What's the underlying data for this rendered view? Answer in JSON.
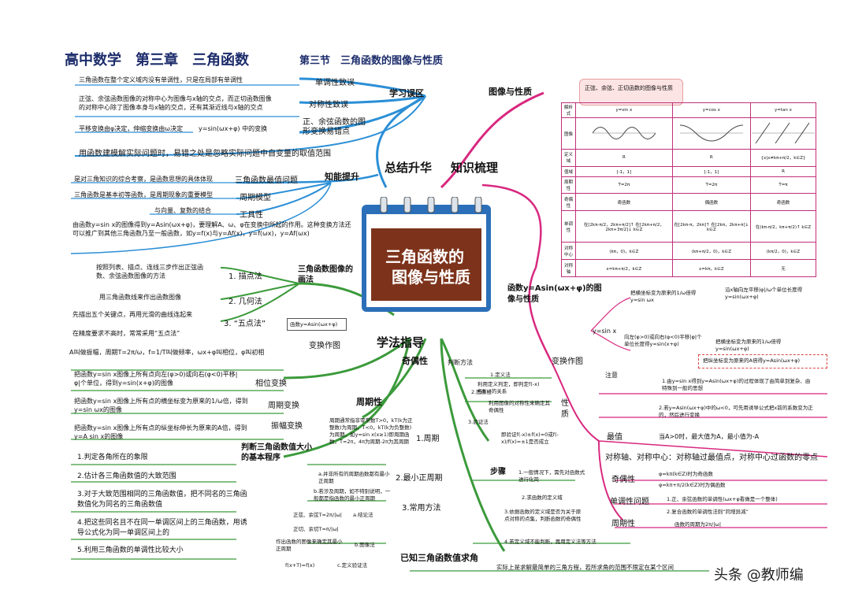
{
  "header": {
    "title": "高中数学　第三章　三角函数",
    "section": "第三节　三角函数的图像与性质"
  },
  "center": {
    "title_line1": "三角函数的",
    "title_line2": "图像与性质"
  },
  "branches": {
    "summary": "总结升华",
    "review": "知识梳理",
    "method": "学法指导",
    "learn_mistakes": "学习误区",
    "ability": "知能提升",
    "graph_props": "图像与性质"
  },
  "mistakes": [
    {
      "label": "单调性致误",
      "text": "三角函数在整个定义域内没有单调性，只是在局部有单调性"
    },
    {
      "label": "对称性致误",
      "text": "正弦、余弦函数图像的对称中心为图像与x轴的交点，而正切函数图像的对称中心除了图像本身与x轴的交点，还有其渐近线与x轴的交点"
    },
    {
      "label": "正、余弦函数的图形变换易错点",
      "text": "平移变换由φ决定，伸缩变换由ω决定"
    },
    {
      "label": "y=sin(ωx+φ) 中的变换",
      "text": "用函数建模解实际问题时，易错之处是忽略实际问题中自变量的取值范围"
    }
  ],
  "ability_items": [
    {
      "label": "三角函数最值问题",
      "text": "是对三角知识的综合考察，是函数思想的具体体现"
    },
    {
      "label": "周期模型",
      "text": "三角函数是基本初等函数，是周期现象的重要模型"
    },
    {
      "label": "工具性",
      "text": "与向量、复数的结合"
    }
  ],
  "ability_note": "由函数y=sin x的图像得到y=Asin(ωx+φ)，要理解A、ω、φ在变换中所起的作用。这种变换方法还可以推广到其他三角函数乃至一般函数，如y=f(x)与y=Af(x)，y=f(ωx)，y=Af(ωx)",
  "drawing": {
    "label": "三角函数图像的画法",
    "items": [
      {
        "label": "1. 描点法",
        "text": "按照列表、描点、连线三步作出正弦函数、余弦函数图像的方法"
      },
      {
        "label": "2. 几何法",
        "text": "用三角函数线来作出函数图像"
      },
      {
        "label": "3. “五点法”",
        "text": "先描出五个关键点，再用光滑的曲线连起来"
      },
      {
        "label": "",
        "text": "在精度要求不高时，常常采用“五点法”"
      }
    ]
  },
  "transform": {
    "label": "变换作图",
    "func": "函数y=Asin(ωx+φ)",
    "terms": "A叫做振幅，周期T=2π/ω，f=1/T叫做频率，ωx+φ叫相位，φ叫初相",
    "items": [
      {
        "label": "相位变换",
        "text": "把函数y=sin x图像上所有点向左(φ>0)或向右(φ<0)平移|φ|个单位，得到y=sin(x+φ)的图像"
      },
      {
        "label": "周期变换",
        "text": "把函数y=sin x图像上所有点的横坐标变为原来的1/ω倍，得到y=sin ωx的图像"
      },
      {
        "label": "振幅变换",
        "text": "把函数y=sin x图像上所有点的纵坐标伸长为原来的A倍，得到y=A sin x的图像"
      }
    ]
  },
  "compare": {
    "label": "判断三角函数值大小的基本程序",
    "items": [
      "1.判定各角所在的象限",
      "2.估计各三角函数值的大致范围",
      "3.对于大致范围相同的三角函数值，把不同名的三角函数值化为同名的三角函数值",
      "4.把这些同名且不在同一单调区间上的三角函数，用诱导公式化为同一单调区间上的",
      "5.利用三角函数的单调性比较大小"
    ]
  },
  "period": {
    "label": "周期性",
    "p1": "1.周期",
    "p1_text": "周期通常指非零常数T>0，kT(k为正整数)为周期，T<0，kT(k为负整数)为周期，如y=sin x(x≥1)即周期函数，T=2π，4π为周期-2π为其周期",
    "p2": "2.最小正周期",
    "p2a": "a.并非所有的周期函数都有最小正周期",
    "p2b": "b.若涉及周期，如不特别说明，一般都是指函数的最小正周期",
    "p3": "3.常用方法",
    "p3a": "a.结论法",
    "p3a_text": "正弦、余弦T=2π/|ω|",
    "p3a_text2": "正切、余切T=π/|ω|",
    "p3b": "b.图像法",
    "p3b_text": "作出函数的图像来确定其最小正周期",
    "p3c": "c.定义验证法",
    "p3c_text": "f(x+T)=f(x)"
  },
  "parity": {
    "label": "奇偶性",
    "judge": "判断方法",
    "m1": "1.定义法",
    "m1_text": "利用定义判定，即判定f(-x)与f(x)的关系",
    "m2": "2.图像法",
    "m2_text": "利用图像的对称性来确定其奇偶性",
    "m3": "3.验证法",
    "m3_text": "即验证f(-x)±f(x)=0或f(-x)/f(x)=±1是否成立"
  },
  "steps": {
    "label": "步骤",
    "items": [
      "1.一般情况下，需先对函数式进行化简",
      "2.求函数的定义域",
      "3.依据函数的定义域是否为关于原点对称的点集，判断函数的奇偶性",
      "4.若定义域不能判断，再用定义法等方法"
    ]
  },
  "known_value": {
    "label": "已知三角函数值求角",
    "text": "实际上是求解最简单的三角方程，若所求角的范围不限定在某个区间"
  },
  "graph_section": {
    "label": "函数y=Asin(ωx+φ)的图像与性质",
    "transform_label": "变换作图",
    "ysinx": "y=sin x",
    "t1": "把横坐标变为原来的1/ω倍得y=sin ωx",
    "t1b": "沿x轴向左平移|φ|/ω个单位长度得y=sin(ωx+φ)",
    "t2": "向左(φ>0)或向右(φ<0)平移|φ|个单位长度得y=sin(x+φ)",
    "t2b": "把横坐标变为原来的1/ω倍得y=sin(ωx+φ)",
    "t3": "把纵坐标变为原来的A倍得y=Asin(ωx+φ)",
    "note_label": "注意",
    "note1": "1.由y=sin x得到y=Asin(ωx+φ)的过程体现了由简单到复杂、由特殊到一般的思想",
    "note2": "2.若y=Asin(ωx+φ)中的ω<0，可先用诱导公式把x前的系数变为正的，然后进行变换",
    "props_label": "性质",
    "max_label": "最值",
    "max_text": "当A>0时，最大值为A，最小值为-A",
    "sym_label": "对称轴、对称中心：对称轴过最值点，对称中心过函数的零点",
    "parity_label": "奇偶性",
    "parity_text1": "φ=kπ(k∈Z)时为奇函数",
    "parity_text2": "φ=kπ+π/2(k∈Z)时为偶函数",
    "mono_label": "单调性问题",
    "mono_text1": "1.正、余弦函数的单调性(ωx+φ看做是一个整体)",
    "mono_text2": "2.复合函数的单调性法则“同增异减”",
    "period_label": "周期性",
    "period_text": "函数的周期为2π/|ω|"
  },
  "table": {
    "title": "正弦、余弦、正切函数的图像与性质",
    "headers": [
      "解析式",
      "y=sin x",
      "y=cos x",
      "y=tan x"
    ],
    "rows": [
      [
        "图像",
        "",
        "",
        ""
      ],
      [
        "定义域",
        "R",
        "R",
        "{x|x≠kπ+π/2，k∈Z}"
      ],
      [
        "值域",
        "[-1，1]",
        "[-1，1]",
        "R"
      ],
      [
        "周期性",
        "T=2π",
        "T=2π",
        "T=π"
      ],
      [
        "奇偶性",
        "奇函数",
        "偶函数",
        "奇函数"
      ],
      [
        "单调性",
        "在[2kπ-π/2，2kπ+π/2]↑ 在[2kπ+π/2，2kπ+3π/2]↓ k∈Z",
        "在[2kπ-π，2kπ]↑ 在[2kπ，2kπ+π]↓ k∈Z",
        "在(kπ-π/2，kπ+π/2)↑ k∈Z"
      ],
      [
        "对称中心",
        "(kπ，0)，k∈Z",
        "(kπ+π/2，0)，k∈Z",
        "(kπ/2，0)，k∈Z"
      ],
      [
        "对称轴",
        "x=kπ+π/2，k∈Z",
        "x=kπ，k∈Z",
        "无"
      ]
    ]
  },
  "watermark": "头条 @教师编",
  "colors": {
    "blue": "#2b8fd6",
    "pink": "#d8287f",
    "green": "#3b9a3b",
    "navy": "#1c2c6b"
  }
}
